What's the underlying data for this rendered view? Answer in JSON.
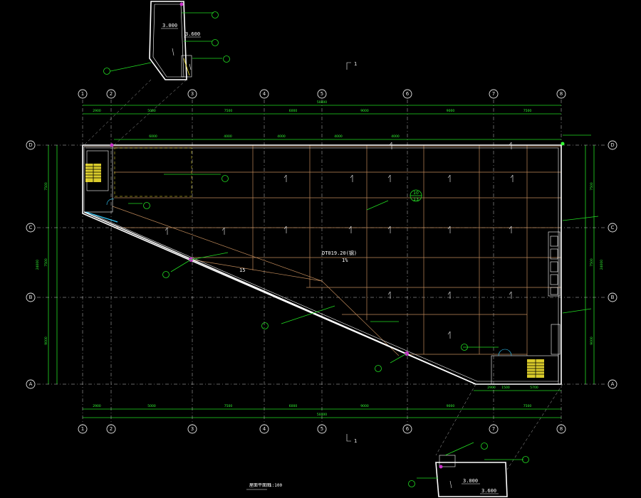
{
  "section_marks": {
    "top": "1",
    "bottom": "1"
  },
  "axes": {
    "vertical": [
      "1",
      "2",
      "3",
      "4",
      "5",
      "6",
      "7",
      "8"
    ],
    "horizontal": [
      "D",
      "C",
      "B",
      "A"
    ]
  },
  "dimensions": {
    "top_overall": "50400",
    "top_segments": [
      "2900",
      "5000",
      "7500",
      "6000",
      "9000",
      "9000",
      "7500"
    ],
    "beam_spans": [
      "6000",
      "4000",
      "4000",
      "4000",
      "4000"
    ],
    "bottom_overall": "50400",
    "bottom_segments": [
      "2900",
      "5000",
      "7500",
      "6000",
      "9000",
      "9000",
      "7500"
    ],
    "bottom_right": [
      "2900",
      "1500",
      "5700"
    ],
    "left_segments": [
      "7500",
      "7500",
      "9000"
    ],
    "left_overall": "24000",
    "right_segments": [
      "7500",
      "7500",
      "9000"
    ],
    "right_overall": "24000"
  },
  "elevations": {
    "top_detail_1": "3.000",
    "top_detail_2": "3.600",
    "bottom_detail_1": "3.000",
    "bottom_detail_2": "3.600"
  },
  "callouts": {
    "skylight_ref_1": "10",
    "skylight_ref_2": "13",
    "main_note": "DT019.20(钢)",
    "slope": "1%",
    "mid_number": "15"
  },
  "footer": {
    "title": "屋面平面图",
    "scale": "1:100"
  }
}
